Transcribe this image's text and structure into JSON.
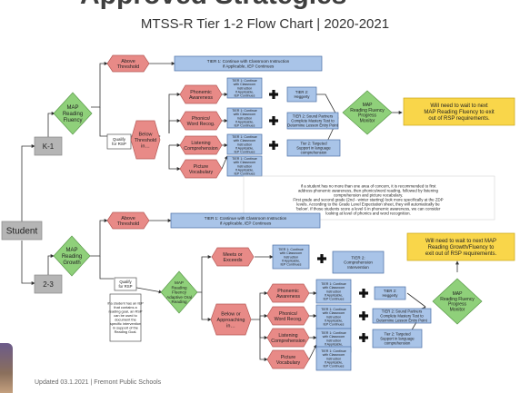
{
  "header": {
    "cut_title": "Approved Strategies",
    "title": "MTSS-R Tier 1-2 Flow Chart | 2020-2021",
    "footer": "Updated 03.1.2021 | Fremont Public Schools"
  },
  "colors": {
    "green": "#8fd07a",
    "red": "#e88a87",
    "blue": "#a9c4e8",
    "yellow": "#f9d64a",
    "grey": "#b5b5b5"
  },
  "student": "Student",
  "k1": {
    "grade": "K-1",
    "map": [
      "MAP",
      "Reading",
      "Fluency"
    ],
    "above": [
      "Above",
      "Threshold"
    ],
    "above_tier": [
      "TIER 1: Continue with Classroom Instruction",
      "If Applicable, IEP Continues"
    ],
    "qualify": [
      "Qualify",
      "for RSP"
    ],
    "below": [
      "Below",
      "Threshold",
      "in…"
    ],
    "rows": [
      {
        "area": [
          "Phonemic",
          "Awareness"
        ],
        "tier1": [
          "TIER 1: Continue",
          "with Classroom",
          "Instruction",
          "If Applicable,",
          "IEP Continues"
        ],
        "tier2": [
          "TIER 2:",
          "Heggerty"
        ]
      },
      {
        "area": [
          "Phonics/",
          "Word Recog."
        ],
        "tier1": [
          "TIER 1: Continue",
          "with Classroom",
          "Instruction",
          "If Applicable,",
          "IEP Continues"
        ],
        "tier2": [
          "TIER 2: Sound Partners",
          "Complete Mastery Test to",
          "Determine Lesson Entry Point"
        ]
      },
      {
        "area": [
          "Listening",
          "Comprehension"
        ],
        "tier1": [
          "TIER 1: Continue",
          "with Classroom",
          "Instruction",
          "If Applicable,",
          "IEP Continues"
        ],
        "tier2": [
          "Tier 2: Targeted",
          "Support in language",
          "comprehension"
        ]
      },
      {
        "area": [
          "Picture",
          "Vocabulary"
        ],
        "tier1": [],
        "tier2": []
      }
    ],
    "monitor": [
      "MAP",
      "Reading Fluency",
      "Progress",
      "Monitor"
    ],
    "note": [
      "Will need to wait to next",
      "MAP Reading Fluency to exit",
      "out of RSP requirements."
    ],
    "info": [
      "If a student has no more than one area of concern, it is recommended to first",
      "address phonemic awareness, then phonics/word reading, followed by listening",
      "comprehension and picture vocabulary.",
      "First grade and second grade (2nd - winter starting) look more specifically at the ZDP",
      "levels. According to the Grade Level Expectation sheet, they will automatically be",
      "'below'. If those students score a level 6 in phonemic awareness, we can consider",
      "looking at level of phonics and word recognition."
    ]
  },
  "g23": {
    "grade": "2-3",
    "map": [
      "MAP",
      "Reading",
      "Growth"
    ],
    "above": [
      "Above",
      "Threshold"
    ],
    "above_tier": [
      "TIER 1: Continue with Classroom Instruction",
      "If Applicable, IEP Continues"
    ],
    "qualify": [
      "Qualify",
      "for RSP"
    ],
    "iep_note": [
      "If a student has an IEP",
      "that contains a",
      "reading goal, an RSP",
      "can be used to",
      "document the",
      "specific intervention",
      "in support of the",
      "Reading Goal."
    ],
    "fluency": [
      "MAP",
      "Reading",
      "Fluency",
      "Adaptive Oral",
      "Reading"
    ],
    "meets": [
      "Meets or",
      "Exceeds"
    ],
    "meets_tier1": [
      "TIER 1: Continue",
      "with Classroom",
      "Instruction",
      "If Applicable,",
      "IEP Continues"
    ],
    "meets_tier2": [
      "TIER 2:",
      "Comprehension",
      "Intervention"
    ],
    "below": [
      "Below or",
      "Approaching",
      "in…"
    ],
    "rows": [
      {
        "area": [
          "Phonemic",
          "Awareness"
        ],
        "tier1": [
          "TIER 1: Continue",
          "with Classroom",
          "Instruction",
          "If Applicable,",
          "IEP Continues"
        ],
        "tier2": [
          "TIER 2:",
          "Heggerty"
        ]
      },
      {
        "area": [
          "Phonics/",
          "Word Recog."
        ],
        "tier1": [
          "TIER 1: Continue",
          "with Classroom",
          "Instruction",
          "If Applicable,",
          "IEP Continues"
        ],
        "tier2": [
          "TIER 2: Sound Partners",
          "Complete Mastery Test to",
          "Determine Lesson Entry Point"
        ]
      },
      {
        "area": [
          "Listening",
          "Comprehension"
        ],
        "tier1": [
          "TIER 1: Continue",
          "with Classroom",
          "Instruction",
          "If Applicable,",
          "IEP Continues"
        ],
        "tier2": [
          "Tier 2: Targeted",
          "Support in language",
          "comprehension"
        ]
      },
      {
        "area": [
          "Picture",
          "Vocabulary"
        ],
        "tier1": [],
        "tier2": []
      }
    ],
    "monitor": [
      "MAP",
      "Reading Fluency",
      "Progress",
      "Monitor"
    ],
    "note": [
      "Will need to wait to next MAP",
      "Reading Growth/Fluency to",
      "exit out of RSP requirements."
    ]
  }
}
